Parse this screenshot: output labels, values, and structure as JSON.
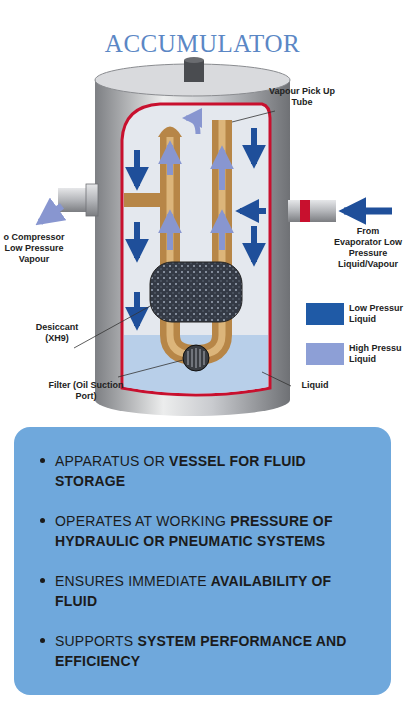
{
  "diagram": {
    "title": "ACCUMULATOR",
    "nodes": [
      {
        "text": [
          "APPARATUS OR VESSEL FOR FLUID STORAGE",
          "OPERATES AT WORKING PRESSURE OF HYDRAULIC OR PNEUMATIC SYSTEMS",
          "ENSURES IMMEDIATE AVAILABILITY OF FLUID",
          "SUPPORTS SYSTEM PERFORMANCE AND EFFICIENCY"
        ]
      }
    ],
    "labels": [
      "Vapour Pick Up Tube",
      "o Compressor Low Pressure Vapour",
      "From Evaporator Low Pressure Liquid/Vapour",
      "Desiccant (XH9)",
      "Filter (Oil Suction Port)",
      "Liquid"
    ],
    "legend": [
      {
        "text": "Low Pressur Liquid",
        "color": "#1f5aa6"
      },
      {
        "text": "High Pressu Liquid",
        "color": "#8d9fd6"
      }
    ]
  }
}
